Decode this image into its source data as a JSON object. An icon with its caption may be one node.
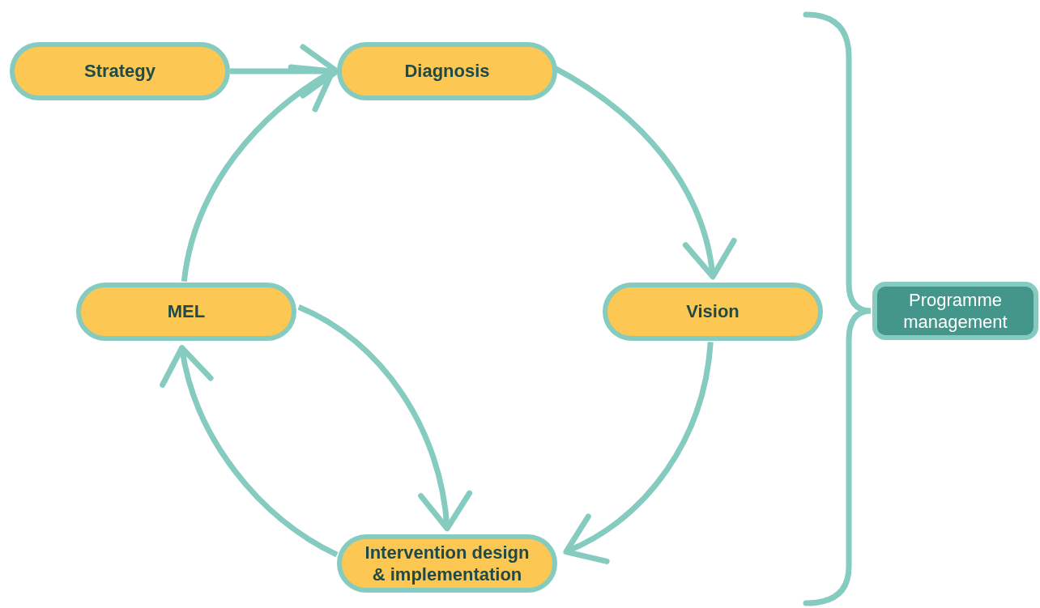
{
  "diagram": {
    "nodes": [
      {
        "text": [
          "Strategy"
        ]
      },
      {
        "text": [
          "Diagnosis"
        ]
      },
      {
        "text": [
          "Vision"
        ]
      },
      {
        "text": [
          "Intervention design & implementation"
        ]
      },
      {
        "text": [
          "MEL"
        ]
      },
      {
        "text": [
          "Programme management"
        ]
      }
    ],
    "edges": [
      {
        "from": 0,
        "to": 1,
        "arrow": "to"
      },
      {
        "from": 1,
        "to": 2,
        "arrow": "to"
      },
      {
        "from": 2,
        "to": 3,
        "arrow": "to"
      },
      {
        "from": 4,
        "to": 3,
        "arrow": "to"
      },
      {
        "from": 3,
        "to": 4,
        "arrow": "to"
      },
      {
        "from": 4,
        "to": 1,
        "arrow": "to"
      }
    ]
  }
}
